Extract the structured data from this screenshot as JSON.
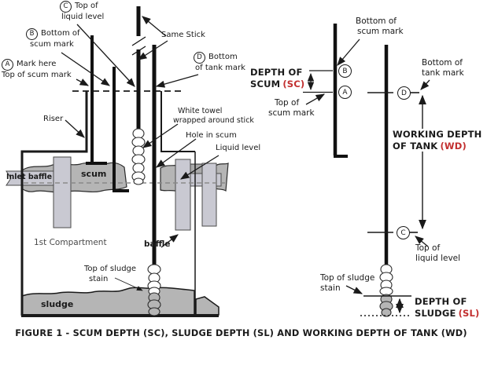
{
  "caption": "FIGURE 1 - SCUM DEPTH (SC), SLUDGE DEPTH (SL) AND WORKING DEPTH OF TANK (WD)",
  "marks": {
    "a": "A",
    "b": "B",
    "c": "C",
    "d": "D"
  },
  "left": {
    "c1": "Top of",
    "c2": "liquid level",
    "same_stick": "Same Stick",
    "b1": "Bottom of",
    "b2": "scum mark",
    "a1": "Mark here",
    "a2": "Top of scum mark",
    "d1": "Bottom",
    "d2": "of tank mark",
    "riser": "Riser",
    "towel1": "White towel",
    "towel2": "wrapped around stick",
    "hole": "Hole in scum",
    "liquid": "Liquid level",
    "inlet": "Inlet baffle",
    "scum": "scum",
    "compartment": "1st Compartment",
    "baffle": "baffle",
    "sludge_stain1": "Top of sludge",
    "sludge_stain2": "stain",
    "sludge": "sludge"
  },
  "right": {
    "bottom_scum1": "Bottom of",
    "bottom_scum2": "scum mark",
    "depth_scum1": "DEPTH OF",
    "depth_scum2": "SCUM",
    "depth_scum_abbr": "(SC)",
    "top_scum1": "Top of",
    "top_scum2": "scum mark",
    "bottom_tank1": "Bottom of",
    "bottom_tank2": "tank mark",
    "working1": "WORKING DEPTH",
    "working2": "OF TANK",
    "working_abbr": "(WD)",
    "top_liquid1": "Top of",
    "top_liquid2": "liquid level",
    "sludge_stain1": "Top of sludge",
    "sludge_stain2": "stain",
    "depth_sludge1": "DEPTH OF",
    "depth_sludge2": "SLUDGE",
    "depth_sludge_abbr": "(SL)"
  },
  "colors": {
    "line_black": "#1a1a1a",
    "accent_red": "#c22f2f",
    "scum_sludge_gray": "#b5b5b5",
    "baffle_gray": "#c9c9d2",
    "liquid_line_gray": "#8a8a8a"
  }
}
